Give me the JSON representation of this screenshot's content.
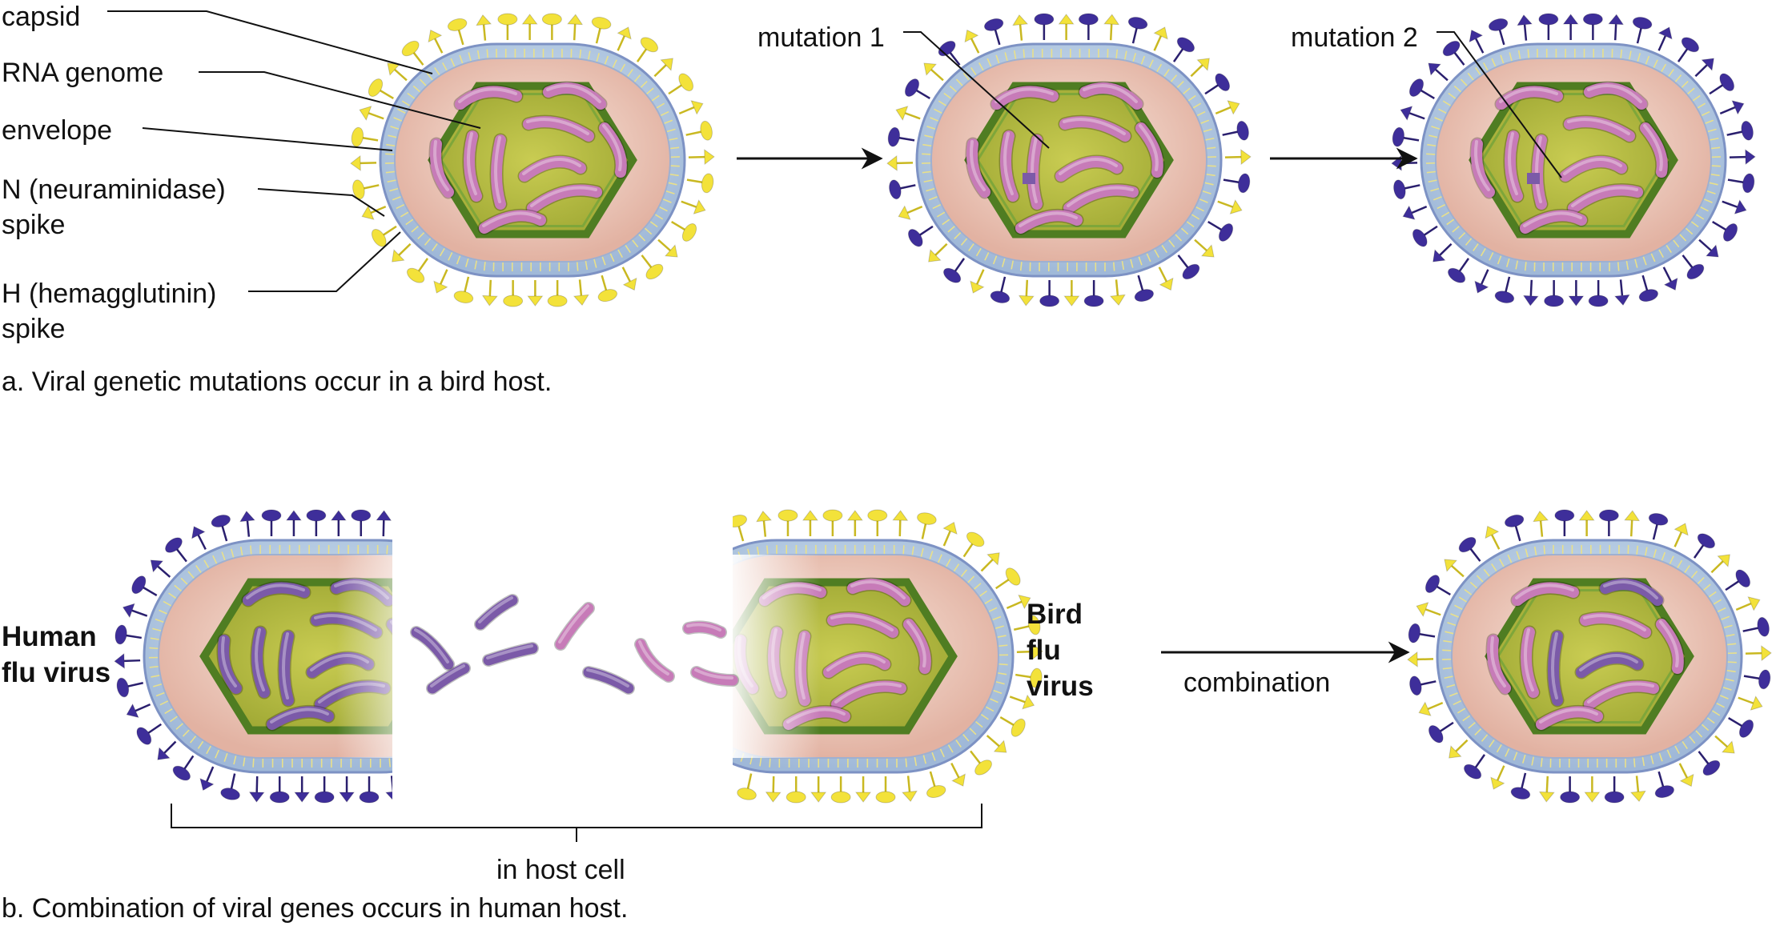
{
  "labels": {
    "capsid": "capsid",
    "rna_genome": "RNA genome",
    "envelope": "envelope",
    "n_spike_line1": "N (neuraminidase)",
    "n_spike_line2": "spike",
    "h_spike_line1": "H (hemagglutinin)",
    "h_spike_line2": "spike",
    "mutation_1": "mutation 1",
    "mutation_2": "mutation 2",
    "caption_a": "a. Viral genetic mutations occur in a bird host.",
    "human_line1": "Human",
    "human_line2": "flu virus",
    "bird_line1": "Bird",
    "bird_line2": "flu",
    "bird_line3": "virus",
    "combination": "combination",
    "in_host_cell": "in host cell",
    "caption_b": "b. Combination of viral genes occurs in human host."
  },
  "colors": {
    "envelope": "#b9d3e4",
    "envelope_edge": "#7d92c4",
    "inner_pink": "#edc6b6",
    "capsid_fill": "#b7ba3e",
    "capsid_edge": "#4f7d22",
    "rna_bird": "#c77bb8",
    "rna_human": "#7b5aa8",
    "spike_yellow": "#f3e23a",
    "spike_blue": "#3e2e9a"
  }
}
